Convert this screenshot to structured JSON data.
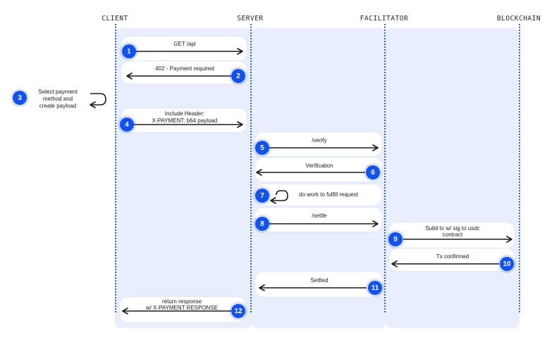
{
  "lanes": {
    "client": "CLIENT",
    "server": "SERVER",
    "facilitator": "FACILITATOR",
    "blockchain": "BLOCKCHAIN"
  },
  "steps": {
    "s1": {
      "num": "1",
      "label": "GET /api"
    },
    "s2": {
      "num": "2",
      "label": "402 - Payment required"
    },
    "s3": {
      "num": "3",
      "line1": "Select payment",
      "line2": "method and",
      "line3": "create payload"
    },
    "s4": {
      "num": "4",
      "line1": "Include Header:",
      "line2": "X-PAYMENT: b64 payload"
    },
    "s5": {
      "num": "5",
      "label": "/verify"
    },
    "s6": {
      "num": "6",
      "label": "Verification"
    },
    "s7": {
      "num": "7",
      "label": "do work to fulfill request"
    },
    "s8": {
      "num": "8",
      "label": "/settle"
    },
    "s9": {
      "num": "9",
      "line1": "Subit tx w/ sig to usdc",
      "line2": "contract"
    },
    "s10": {
      "num": "10",
      "label": "Tx confirmed"
    },
    "s11": {
      "num": "11",
      "label": "Settled"
    },
    "s12": {
      "num": "12",
      "line1": "return response",
      "line2": "w/ X-PAYMENT RESPONSE"
    }
  },
  "colors": {
    "accent": "#1452f0",
    "lifeline": "#2f63d6",
    "band": "#e8eefb",
    "arrow": "#1a1a1a"
  }
}
